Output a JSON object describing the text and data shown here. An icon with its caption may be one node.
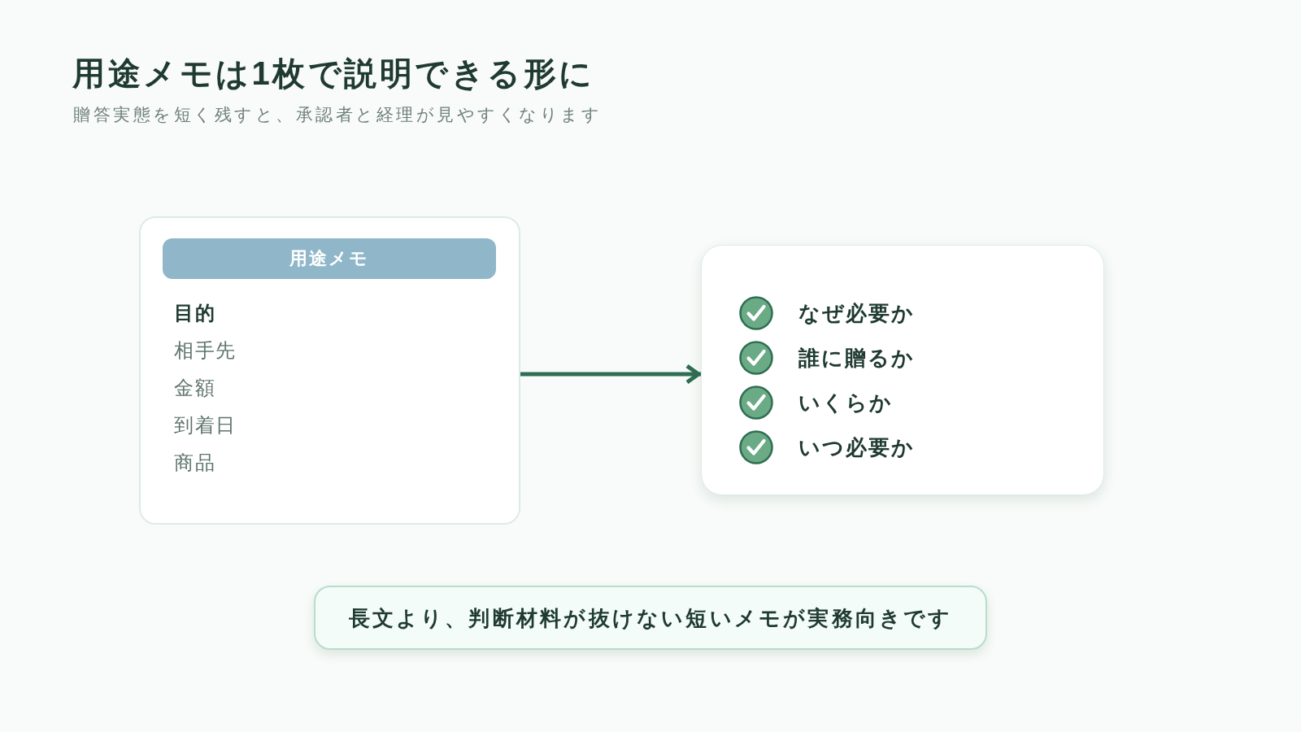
{
  "diagram": {
    "title": "用途メモは1枚で説明できる形に",
    "nodes": [
      {
        "text": [
          "目的",
          "相手先",
          "金額",
          "到着日",
          "商品"
        ]
      },
      {
        "text": [
          "用途メモ"
        ],
        "in": 0
      },
      {
        "text": [
          "なぜ必要か",
          "誰に贈るか",
          "いくらか",
          "いつ必要か"
        ]
      },
      {
        "text": [
          "長文より、判断材料が抜けない短いメモが実務向きです"
        ]
      }
    ],
    "edges": [
      {
        "from": 0,
        "to": 2,
        "arrow": "to"
      }
    ],
    "labels": [
      "贈答実態を短く残すと、承認者と経理が見やすくなります"
    ]
  }
}
